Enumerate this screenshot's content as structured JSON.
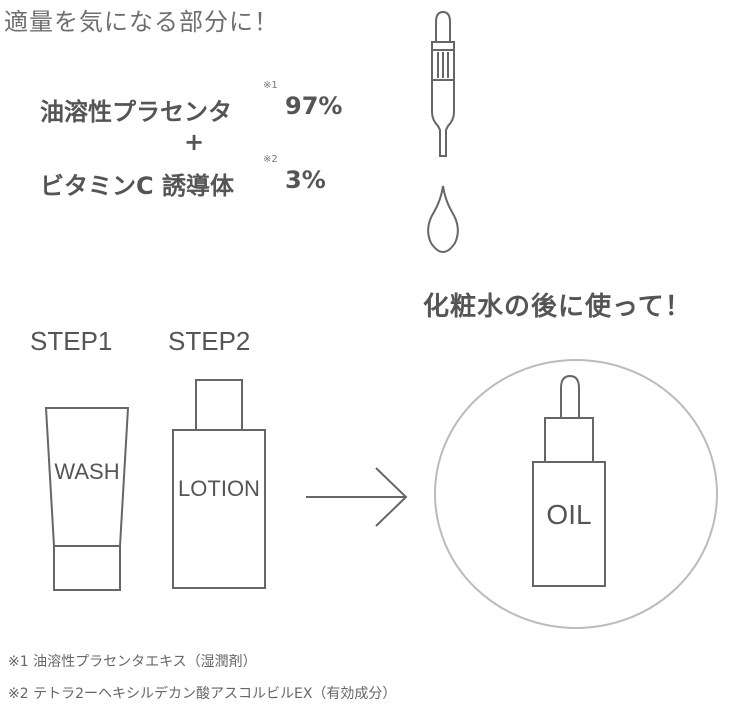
{
  "headline": "適量を気になる部分に！",
  "ingredients": [
    {
      "name": "油溶性プラセンタ",
      "note": "※1",
      "percent": "97%"
    },
    {
      "name": "ビタミンC 誘導体",
      "note": "※2",
      "percent": "3%"
    }
  ],
  "plus": "+",
  "usage_text": "化粧水の後に使って！",
  "steps": [
    {
      "label": "STEP1",
      "product": "WASH"
    },
    {
      "label": "STEP2",
      "product": "LOTION"
    }
  ],
  "result_product": "OIL",
  "footnotes": [
    "※1 油溶性プラセンタエキス（湿潤剤）",
    "※2 テトラ2ーヘキシルデカン酸アスコルビルEX（有効成分）"
  ]
}
